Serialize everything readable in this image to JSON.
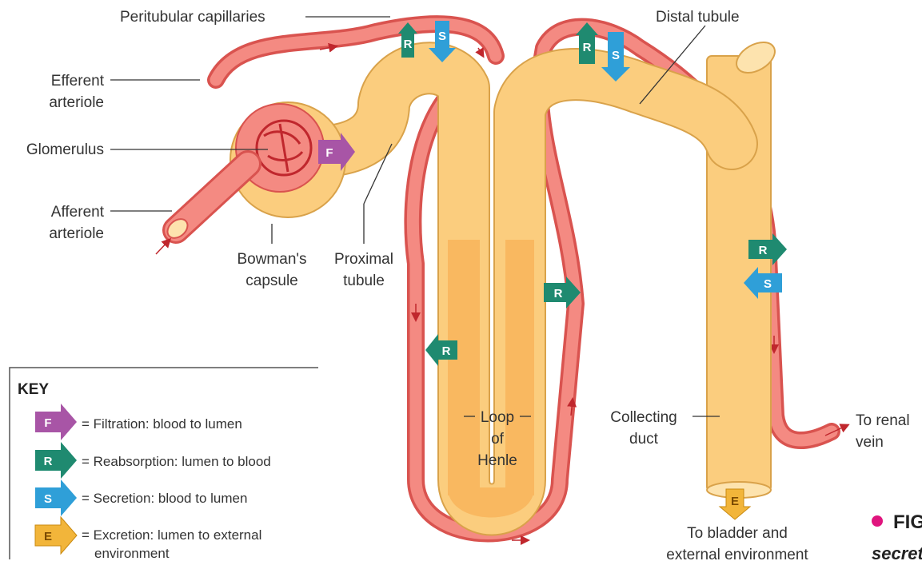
{
  "labels": {
    "peritubular": "Peritubular capillaries",
    "distal": "Distal tubule",
    "efferent_1": "Efferent",
    "efferent_2": "arteriole",
    "glomerulus": "Glomerulus",
    "afferent_1": "Afferent",
    "afferent_2": "arteriole",
    "bowman_1": "Bowman's",
    "bowman_2": "capsule",
    "proximal_1": "Proximal",
    "proximal_2": "tubule",
    "loop_1": "Loop",
    "loop_2": "of",
    "loop_3": "Henle",
    "collecting_1": "Collecting",
    "collecting_2": "duct",
    "renal_1": "To renal",
    "renal_2": "vein",
    "bladder_1": "To bladder and",
    "bladder_2": "external environment",
    "fig_fragment": "FIG",
    "caption_fragment": "secret"
  },
  "badges": {
    "filtration": "F",
    "reabsorption": "R",
    "secretion": "S",
    "excretion": "E"
  },
  "key": {
    "title": "KEY",
    "items": [
      {
        "letter": "F",
        "line1": "= Filtration: blood to lumen",
        "line2": ""
      },
      {
        "letter": "R",
        "line1": "= Reabsorption: lumen to blood",
        "line2": ""
      },
      {
        "letter": "S",
        "line1": "= Secretion: blood to lumen",
        "line2": ""
      },
      {
        "letter": "E",
        "line1": "= Excretion: lumen to external",
        "line2": "environment"
      }
    ]
  },
  "colors": {
    "filtration": "#a855a6",
    "reabsorption": "#1f8a70",
    "secretion": "#2f9fd8",
    "excretion": "#f2b53a",
    "capillary": "#f48a82",
    "tubule": "#fbcd7e",
    "fig_dot": "#e0157e"
  }
}
